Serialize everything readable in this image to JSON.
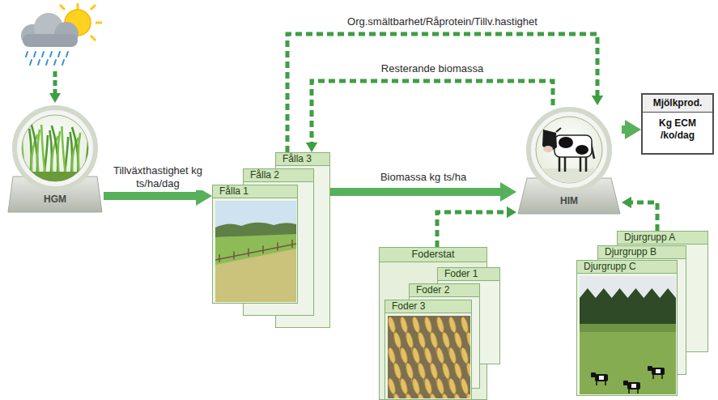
{
  "diagram": {
    "nodes": [
      {
        "text": [
          "HGM"
        ]
      },
      {
        "text": [
          "Fålla 3"
        ]
      },
      {
        "text": [
          "Fålla 2"
        ]
      },
      {
        "text": [
          "Fålla 1"
        ]
      },
      {
        "text": [
          "HIM"
        ]
      },
      {
        "text": [
          "Mjölkprod.",
          "Kg ECM /ko/dag"
        ]
      },
      {
        "text": [
          "Foderstat"
        ]
      },
      {
        "text": [
          "Foder 1"
        ]
      },
      {
        "text": [
          "Foder 2"
        ]
      },
      {
        "text": [
          "Foder 3"
        ]
      },
      {
        "text": [
          "Djurgrupp A"
        ]
      },
      {
        "text": [
          "Djurgrupp B"
        ]
      },
      {
        "text": [
          "Djurgrupp C"
        ]
      }
    ],
    "edges": [
      {
        "from": 0,
        "to": 3,
        "arrow": "to",
        "label": "Tillväxthastighet kg ts/ha/dag"
      },
      {
        "from": 1,
        "to": 4,
        "arrow": "to",
        "label": "Org.smältbarhet/Råprotein/Tillv.hastighet"
      },
      {
        "from": 4,
        "to": 1,
        "arrow": "to",
        "label": "Resterande biomassa"
      },
      {
        "from": 1,
        "to": 4,
        "arrow": "to",
        "label": "Biomassa kg ts/ha"
      },
      {
        "from": 4,
        "to": 5,
        "arrow": "to"
      },
      {
        "from": 6,
        "to": 4,
        "arrow": "to"
      },
      {
        "from": 10,
        "to": 4,
        "arrow": "to"
      }
    ]
  }
}
